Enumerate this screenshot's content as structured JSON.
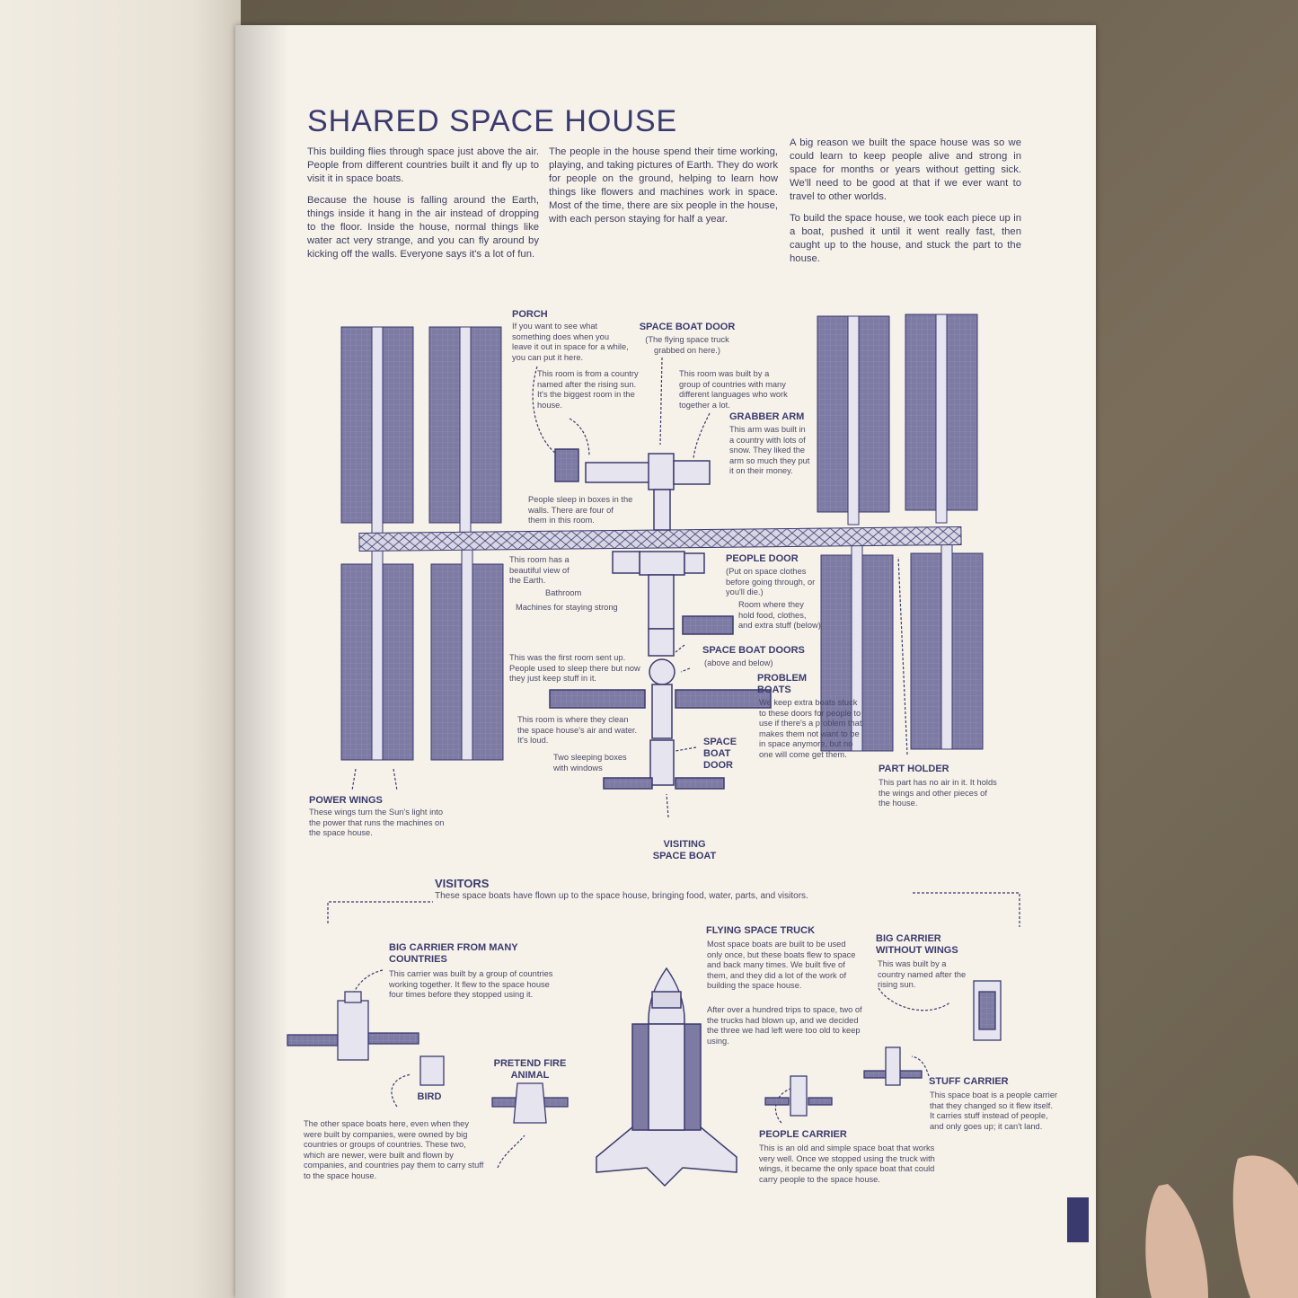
{
  "page": {
    "title": "SHARED SPACE HOUSE",
    "col1": {
      "p1": "This building flies through space just above the air. People from different countries built it and fly up to visit it in space boats.",
      "p2": "Because the house is falling around the Earth, things inside it hang in the air instead of dropping to the floor. Inside the house, normal things like water act very strange, and you can fly around by kicking off the walls. Everyone says it's a lot of fun."
    },
    "col2": {
      "p1": "The people in the house spend their time working, playing, and taking pictures of Earth. They do work for people on the ground, helping to learn how things like flowers and machines work in space. Most of the time, there are six people in the house, with each person staying for half a year."
    },
    "col3": {
      "p1": "A big reason we built the space house was so we could learn to keep people alive and strong in space for months or years without getting sick. We'll need to be good at that if we ever want to travel to other worlds.",
      "p2": "To build the space house, we took each piece up in a boat, pushed it until it went really fast, then caught up to the house, and stuck the part to the house."
    }
  },
  "diagram": {
    "porch": {
      "label": "PORCH",
      "text": "If you want to see what something does when you leave it out in space for a while, you can put it here."
    },
    "space_boat_door_top": {
      "label": "SPACE BOAT DOOR",
      "text": "(The flying space truck grabbed on here.)"
    },
    "japan_room": "This room is from a country named after the rising sun. It's the biggest room in the house.",
    "europe_room": "This room was built by a group of countries with many different languages who work together a lot.",
    "grabber_arm": {
      "label": "GRABBER ARM",
      "text": "This arm was built in a country with lots of snow. They liked the arm so much they put it on their money."
    },
    "sleep_boxes": "People sleep in boxes in the walls. There are four of them in this room.",
    "view_room": "This room has a beautiful view of the Earth.",
    "bathroom": "Bathroom",
    "machines": "Machines for staying strong",
    "people_door": {
      "label": "PEOPLE DOOR",
      "text": "(Put on space clothes before going through, or you'll die.)"
    },
    "storage_room": "Room where they hold food, clothes, and extra stuff (below)",
    "first_room": "This was the first room sent up. People used to sleep there but now they just keep stuff in it.",
    "space_boat_doors": {
      "label": "SPACE BOAT DOORS",
      "text": "(above and below)"
    },
    "problem_boats": {
      "label": "PROBLEM BOATS",
      "text": "We keep extra boats stuck to these doors for people to use if there's a problem that makes them not want to be in space anymore, but no one will come get them."
    },
    "clean_room": "This room is where they clean the space house's air and water. It's loud.",
    "space_boat_door_low": {
      "label": "SPACE BOAT DOOR"
    },
    "sleeping_boxes_windows": "Two sleeping boxes with windows",
    "power_wings": {
      "label": "POWER WINGS",
      "text": "These wings turn the Sun's light into the power that runs the machines on the space house."
    },
    "part_holder": {
      "label": "PART HOLDER",
      "text": "This part has no air in it. It holds the wings and other pieces of the house."
    },
    "visiting_boat": {
      "label": "VISITING SPACE BOAT"
    }
  },
  "visitors": {
    "label": "VISITORS",
    "text": "These space boats have flown up to the space house, bringing food, water, parts, and visitors.",
    "big_carrier": {
      "label": "BIG CARRIER FROM MANY COUNTRIES",
      "text": "This carrier was built by a group of countries working together. It flew to the space house four times before they stopped using it."
    },
    "flying_truck": {
      "label": "FLYING SPACE TRUCK",
      "p1": "Most space boats are built to be used only once, but these boats flew to space and back many times. We built five of them, and they did a lot of the work of building the space house.",
      "p2": "After over a hundred trips to space, two of the trucks had blown up, and we decided the three we had left were too old to keep using."
    },
    "big_carrier_no_wings": {
      "label": "BIG CARRIER WITHOUT WINGS",
      "text": "This was built by a country named after the rising sun."
    },
    "bird": {
      "label": "BIRD"
    },
    "pretend_fire_animal": {
      "label": "PRETEND FIRE ANIMAL"
    },
    "other_boats": "The other space boats here, even when they were built by companies, were owned by big countries or groups of countries. These two, which are newer, were built and flown by companies, and countries pay them to carry stuff to the space house.",
    "stuff_carrier": {
      "label": "STUFF CARRIER",
      "text": "This space boat is a people carrier that they changed so it flew itself. It carries stuff instead of people, and only goes up; it can't land."
    },
    "people_carrier": {
      "label": "PEOPLE CARRIER",
      "text": "This is an old and simple space boat that works very well. Once we stopped using the truck with wings, it became the only space boat that could carry people to the space house."
    }
  },
  "colors": {
    "ink": "#3b3a6e",
    "panel": "#7d7aa3",
    "paper": "#f6f2ea",
    "desk": "#6b6150"
  }
}
